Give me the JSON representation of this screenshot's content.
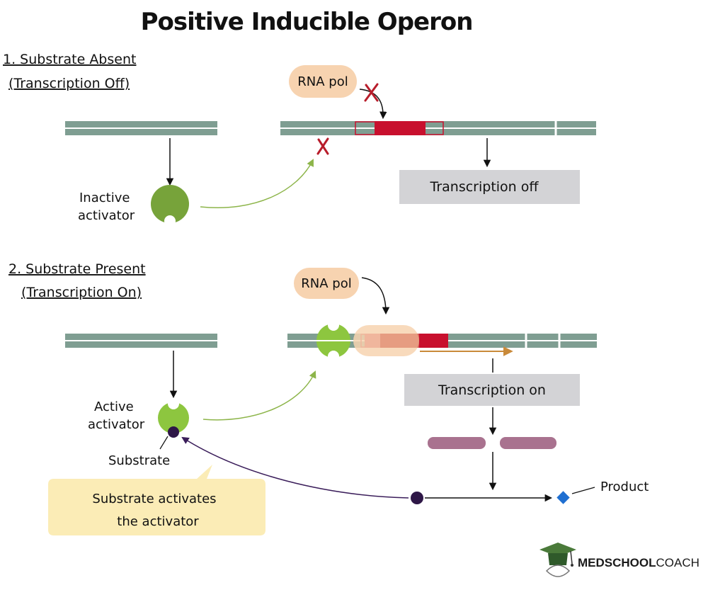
{
  "title": "Positive Inducible Operon",
  "section1": {
    "heading_line1": "1. Substrate Absent",
    "heading_line2": "(Transcription Off)",
    "rna_pol": "RNA pol",
    "regulator_label_line1": "Inactive",
    "regulator_label_line2": "activator",
    "status": "Transcription off"
  },
  "section2": {
    "heading_line1": "2. Substrate Present",
    "heading_line2": "(Transcription On)",
    "rna_pol": "RNA pol",
    "regulator_label_line1": "Active",
    "regulator_label_line2": "activator",
    "substrate_label": "Substrate",
    "status": "Transcription on",
    "callout_line1": "Substrate activates",
    "callout_line2": "the activator",
    "product_label": "Product"
  },
  "brand": {
    "part1": "MEDSCHOOL",
    "part2": "COACH"
  },
  "colors": {
    "dna": "#7f9e92",
    "promoter_red": "#c8102e",
    "rna_pol_fill": "#f7d3b0",
    "activator_inactive": "#77a33a",
    "activator_active": "#8dc63f",
    "arrow_green": "#8db54a",
    "arrow_purple": "#3a1d5a",
    "substrate": "#2e1747",
    "product": "#1f6fd1",
    "mrna": "#a9728f",
    "status_box": "#d3d3d6",
    "callout": "#fbecb6",
    "transcript_arrow": "#c98a3a",
    "x_mark": "#b81d2b"
  }
}
